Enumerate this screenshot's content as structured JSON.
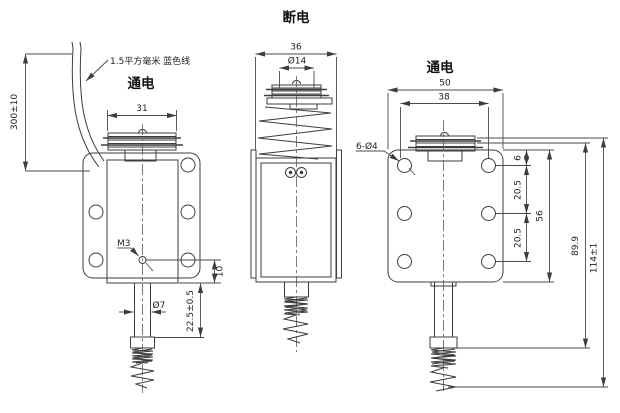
{
  "drawing": {
    "background": "#ffffff",
    "line_color": "#3d3d3d",
    "text_color": "#222222",
    "views": {
      "left": {
        "title": "通电",
        "labels": {
          "wire_spec": "1.5平方毫米 蓝色线",
          "wire_length": "300±10",
          "coil_width": "31",
          "thread": "M3",
          "rod_diameter": "Ø7",
          "rod_length": "22.5±0.5",
          "hole_offset": "10"
        }
      },
      "middle": {
        "title": "断电",
        "labels": {
          "body_width": "36",
          "head_diameter": "Ø14"
        }
      },
      "right": {
        "title": "通电",
        "labels": {
          "flange_width": "50",
          "hole_span": "38",
          "mount_holes": "6-Ø4",
          "edge_to_hole": "6",
          "hole_pitch_upper": "20.5",
          "hole_pitch_lower": "20.5",
          "flange_height": "56",
          "body_length": "89.9",
          "overall_length": "114±1"
        }
      }
    }
  }
}
